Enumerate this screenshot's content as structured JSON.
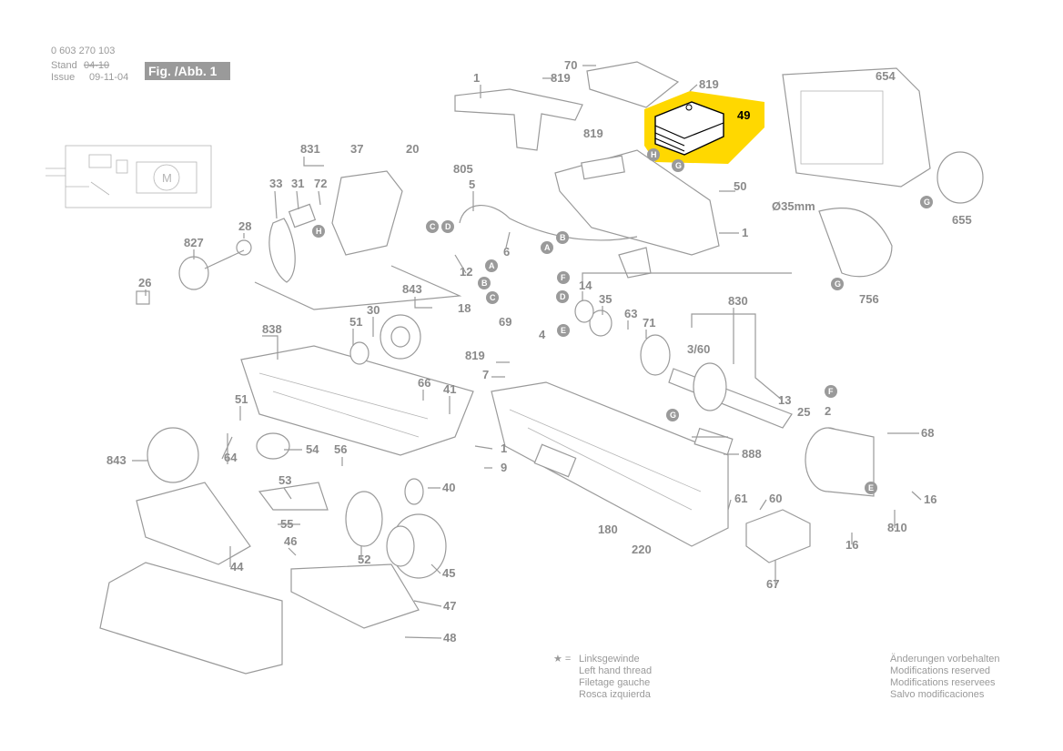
{
  "header": {
    "part_number": "0 603 270 103",
    "stand_label": "Stand",
    "stand_value": "04-10",
    "issue_label": "Issue",
    "issue_value": "09-11-04",
    "figure_label": "Fig. /Abb. 1"
  },
  "labels": [
    "1",
    "819",
    "70",
    "819",
    "49",
    "654",
    "819",
    "805",
    "5",
    "50",
    "1",
    "831",
    "37",
    "20",
    "33",
    "31",
    "72",
    "28",
    "827",
    "26",
    "12",
    "6",
    "655",
    "756",
    "843",
    "838",
    "51",
    "30",
    "18",
    "69",
    "4",
    "14",
    "35",
    "63",
    "71",
    "830",
    "3/60",
    "819",
    "7",
    "51",
    "66",
    "41",
    "13",
    "25",
    "2",
    "68",
    "843",
    "64",
    "54",
    "56",
    "53",
    "1",
    "9",
    "888",
    "40",
    "55",
    "61",
    "60",
    "16",
    "810",
    "16",
    "46",
    "52",
    "45",
    "180",
    "220",
    "44",
    "47",
    "67",
    "48"
  ],
  "highlight": {
    "label": "49",
    "color": "#ffd800"
  },
  "circles": [
    "H",
    "C",
    "D",
    "A",
    "B",
    "H",
    "G",
    "A",
    "B",
    "C",
    "D",
    "F",
    "E",
    "G",
    "G",
    "F",
    "E",
    "G"
  ],
  "dim_label": "Ø35mm",
  "legend": {
    "star_symbol": "★ =",
    "lines": [
      "Linksgewinde",
      "Left hand thread",
      "Filetage gauche",
      "Rosca izquierda"
    ]
  },
  "modifications": [
    "Änderungen vorbehalten",
    "Modifications reserved",
    "Modifications reservees",
    "Salvo modificaciones"
  ],
  "colors": {
    "line": "#9a9a9a",
    "highlight": "#ffd800",
    "text": "#8a8a8a"
  }
}
